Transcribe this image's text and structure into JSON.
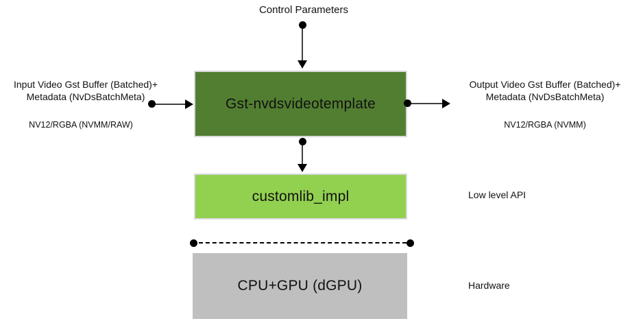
{
  "colors": {
    "plugin_box": "#527e31",
    "customlib_box": "#92d050",
    "hardware_box": "#bfbfbf",
    "box_border": "#d9d9d9",
    "connector": "#000000"
  },
  "labels": {
    "control_parameters": "Control Parameters",
    "low_level_api": "Low level API",
    "hardware": "Hardware"
  },
  "input": {
    "line1": "Input Video Gst Buffer (Batched)+",
    "line2": "Metadata (NvDsBatchMeta)",
    "format": "NV12/RGBA (NVMM/RAW)"
  },
  "output": {
    "line1": "Output Video Gst Buffer (Batched)+",
    "line2": "Metadata (NvDsBatchMeta)",
    "format": "NV12/RGBA (NVMM)"
  },
  "boxes": {
    "plugin": "Gst-nvdsvideotemplate",
    "customlib": "customlib_impl",
    "hardware": "CPU+GPU (dGPU)"
  }
}
